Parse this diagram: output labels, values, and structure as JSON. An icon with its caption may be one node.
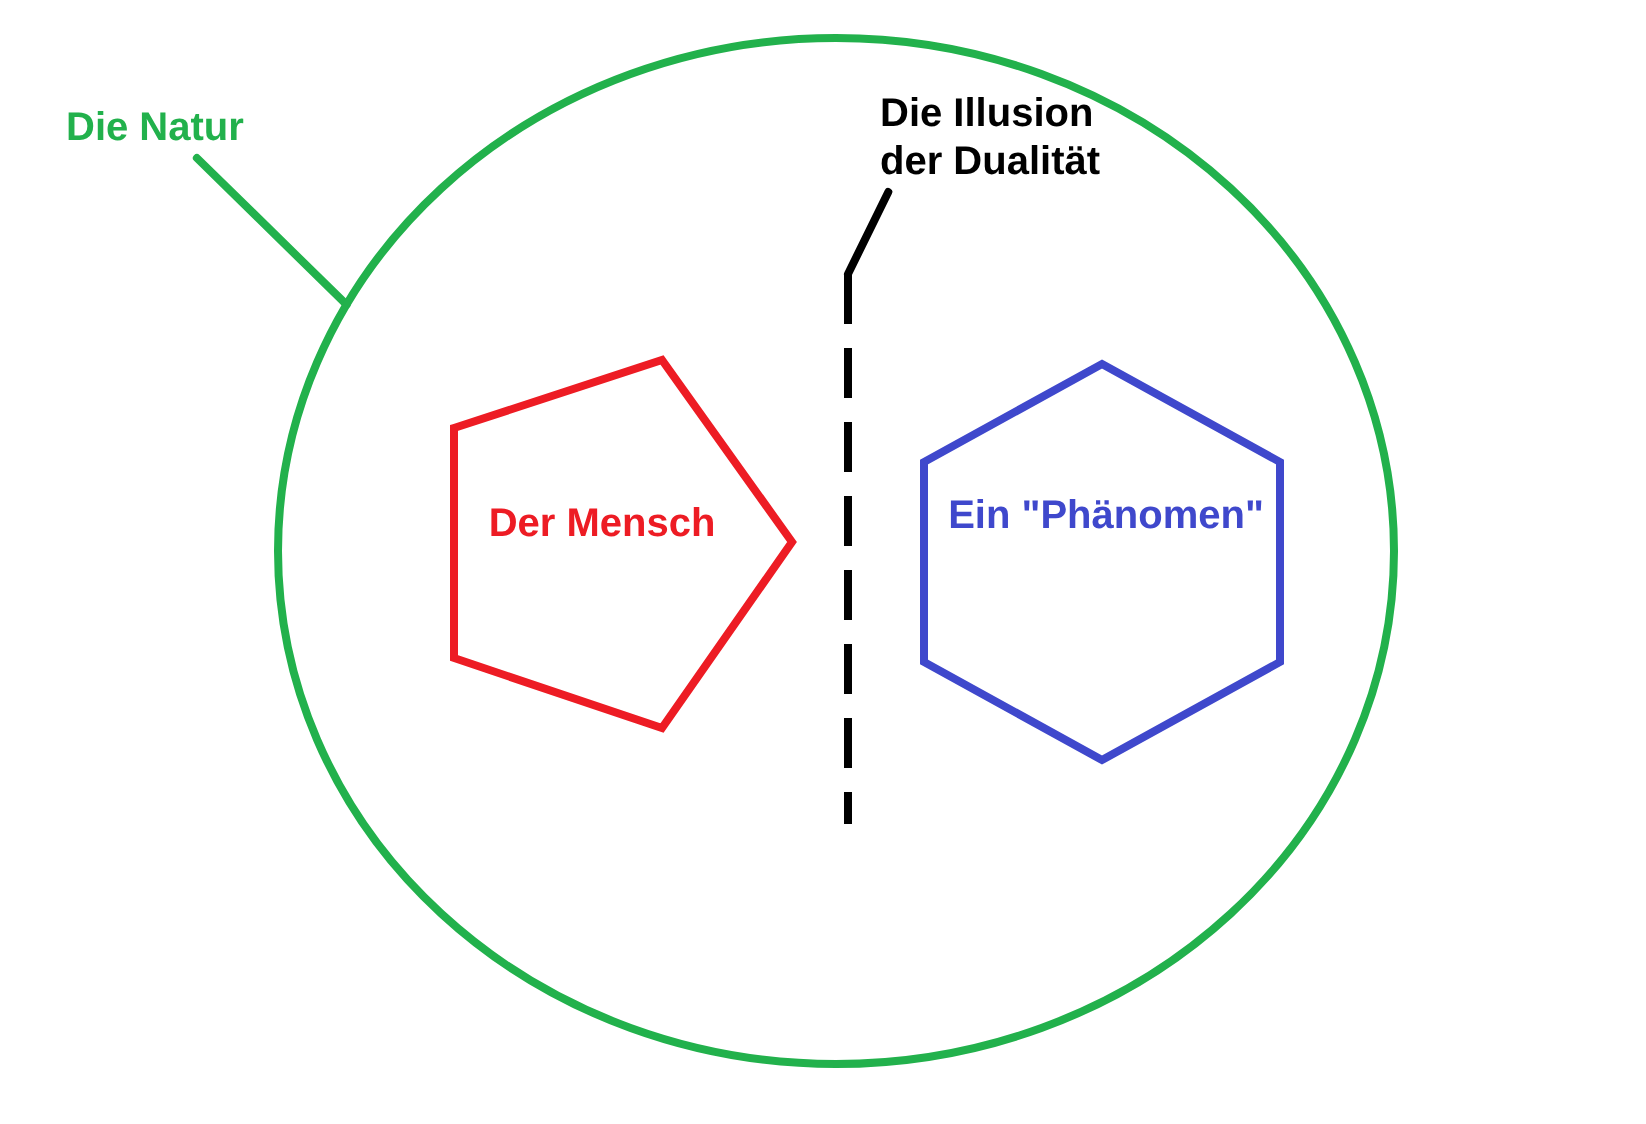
{
  "diagram": {
    "nodes": [
      {
        "text": [
          "Die Natur"
        ]
      },
      {
        "text": [],
        "shape": "circle"
      },
      {
        "text": [
          "Der Mensch"
        ],
        "in": 1
      },
      {
        "text": [
          "Ein \"Phänomen\""
        ],
        "in": 1
      },
      {
        "text": [
          "Die Illusion der Dualität"
        ],
        "in": 1
      },
      {
        "text": [],
        "shape": "line",
        "in": 1
      }
    ],
    "edges": [
      {
        "from": 0,
        "to": 1,
        "arrow": "none",
        "color": "#22b14c"
      },
      {
        "from": 4,
        "to": 5,
        "arrow": "none",
        "color": "#000000"
      }
    ]
  }
}
